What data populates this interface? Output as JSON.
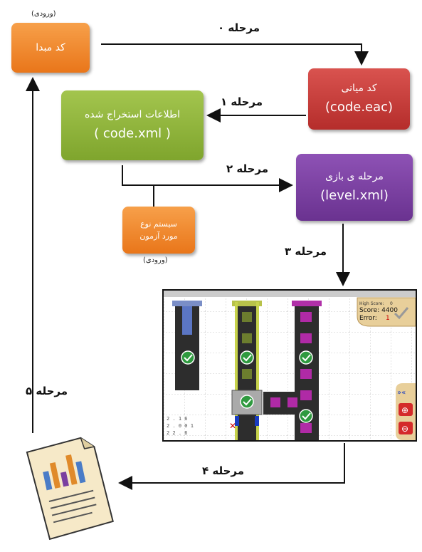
{
  "boxes": {
    "source_code": {
      "label": "کد مبدا",
      "tag": "(ورودی)",
      "color": "#F08020"
    },
    "intermediate_code": {
      "label": "کد میانی",
      "file": "(code.eac)",
      "color": "#C0393B"
    },
    "extracted_info": {
      "label": "اطلاعات استخراج شده",
      "file": "( code.xml )",
      "color": "#8DB33A"
    },
    "game_level": {
      "label": "مرحله ی بازی",
      "file": "(level.xml)",
      "color": "#7B3FA0"
    },
    "type_system": {
      "line1": "سیستم نوع",
      "line2": "مورد آزمون",
      "tag": "(ورودی)",
      "color": "#F08020"
    }
  },
  "stages": {
    "s0": "مرحله ۰",
    "s1": "مرحله ۱",
    "s2": "مرحله ۲",
    "s3": "مرحله ۳",
    "s4": "مرحله ۴",
    "s5": "مرحله ۵"
  },
  "game": {
    "high_score_label": "High Score:",
    "high_score_value": "0",
    "score_label": "Score: 4400",
    "error_label": "Error:",
    "error_value": "1",
    "counters": [
      "2 . 1 6",
      "2 . 0 0 1",
      "2 2 . 6"
    ],
    "icons": [
      "check-icon",
      "zoom-in-icon",
      "zoom-out-icon",
      "chevrons-icon"
    ]
  }
}
